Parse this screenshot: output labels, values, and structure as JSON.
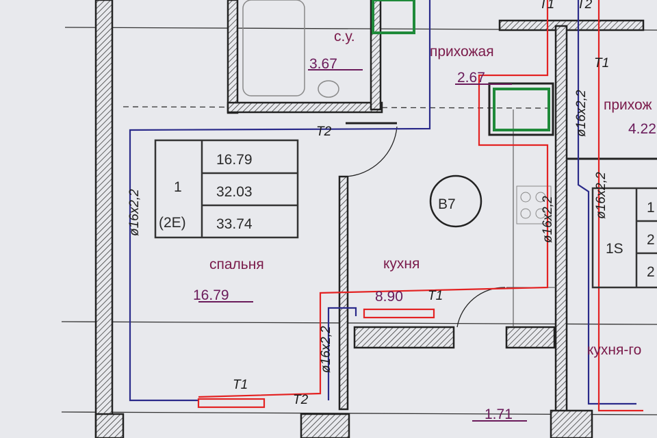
{
  "colors": {
    "hot_pipe": "#e32222",
    "return_pipe": "#2a2a8a",
    "wall": "#222222",
    "radiator": "#1f8a3a",
    "room_label": "#7a1a4a"
  },
  "apartment": {
    "number": "1",
    "type": "(2E)",
    "areas": [
      "16.79",
      "32.03",
      "33.74"
    ],
    "id_circle": "B7"
  },
  "neighbor": {
    "type": "1S",
    "areas_partial": [
      "1",
      "2",
      "2"
    ]
  },
  "rooms": {
    "bathroom": {
      "label": "с.у.",
      "area": "3.67"
    },
    "hallway": {
      "label": "прихожая",
      "area": "2.67"
    },
    "hallway2": {
      "label": "прихож",
      "area": "4.22"
    },
    "bedroom": {
      "label": "спальня",
      "area": "16.79"
    },
    "kitchen": {
      "label": "кухня",
      "area": "8.90"
    },
    "kitchen_living": {
      "label": "кухня-го"
    },
    "balcony": {
      "area": "1.71"
    }
  },
  "pipes": {
    "t1": "T1",
    "t2": "T2",
    "spec": "ø16x2,2"
  }
}
